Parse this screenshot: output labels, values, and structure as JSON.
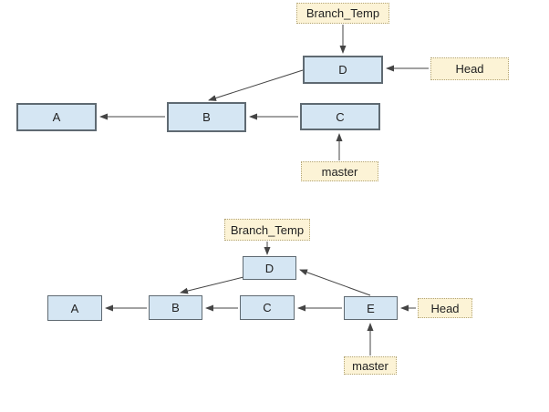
{
  "colors": {
    "background": "#ffffff",
    "commit_fill": "#d5e6f3",
    "commit_border": "#5f6a72",
    "ref_fill": "#fcf3d6",
    "ref_border": "#b3a577",
    "edge": "#444444",
    "text": "#212121"
  },
  "diagram_top": {
    "nodes": {
      "A": {
        "label": "A",
        "kind": "commit"
      },
      "B": {
        "label": "B",
        "kind": "commit"
      },
      "C": {
        "label": "C",
        "kind": "commit"
      },
      "D": {
        "label": "D",
        "kind": "commit"
      },
      "branch_temp": {
        "label": "Branch_Temp",
        "kind": "ref"
      },
      "head": {
        "label": "Head",
        "kind": "ref"
      },
      "master": {
        "label": "master",
        "kind": "ref"
      }
    },
    "edges": [
      {
        "from": "B",
        "to": "A"
      },
      {
        "from": "C",
        "to": "B"
      },
      {
        "from": "D",
        "to": "B"
      },
      {
        "from": "Branch_Temp",
        "to": "D"
      },
      {
        "from": "Head",
        "to": "D"
      },
      {
        "from": "master",
        "to": "C"
      }
    ]
  },
  "diagram_bottom": {
    "nodes": {
      "A": {
        "label": "A",
        "kind": "commit"
      },
      "B": {
        "label": "B",
        "kind": "commit"
      },
      "C": {
        "label": "C",
        "kind": "commit"
      },
      "D": {
        "label": "D",
        "kind": "commit"
      },
      "E": {
        "label": "E",
        "kind": "commit"
      },
      "branch_temp": {
        "label": "Branch_Temp",
        "kind": "ref"
      },
      "head": {
        "label": "Head",
        "kind": "ref"
      },
      "master": {
        "label": "master",
        "kind": "ref"
      }
    },
    "edges": [
      {
        "from": "B",
        "to": "A"
      },
      {
        "from": "C",
        "to": "B"
      },
      {
        "from": "D",
        "to": "B"
      },
      {
        "from": "E",
        "to": "C"
      },
      {
        "from": "E",
        "to": "D"
      },
      {
        "from": "Branch_Temp",
        "to": "D"
      },
      {
        "from": "Head",
        "to": "E"
      },
      {
        "from": "master",
        "to": "E"
      }
    ]
  }
}
